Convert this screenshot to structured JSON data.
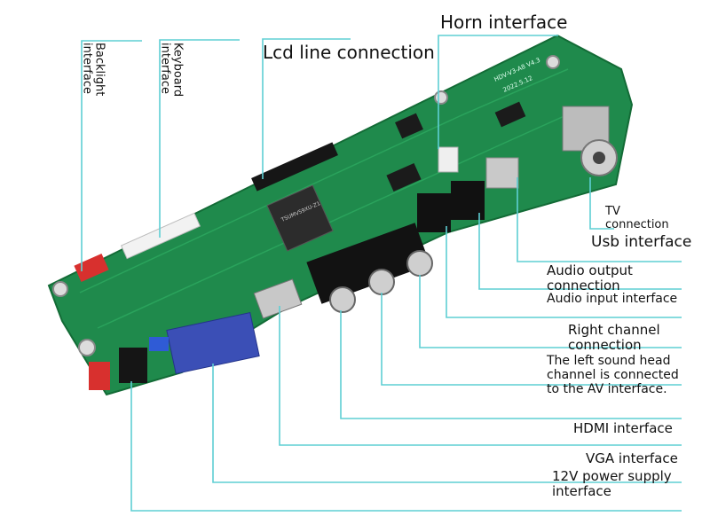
{
  "colors": {
    "leader_line": "#5ecfd4",
    "pcb": "#1f8a4c",
    "pcb_dark": "#136b36",
    "text": "#111111"
  },
  "labels": {
    "backlight": "Backlight interface",
    "keyboard": "Keyboard interface",
    "lcd_line": "Lcd line connection",
    "horn": "Horn interface",
    "tv": "TV connection",
    "usb": "Usb interface",
    "audio_output": "Audio output connection",
    "audio_input": "Audio input interface",
    "right_channel": "Right channel connection",
    "left_channel": "The left sound head channel is connected to the AV interface.",
    "hdmi": "HDMI interface",
    "vga": "VGA interface",
    "power": "12V power supply interface"
  },
  "board": {
    "version_text": "HDV-V3-A8 V4.3",
    "date_text": "2022.5.12",
    "chip_text": "TSUMV59XU-Z1"
  }
}
